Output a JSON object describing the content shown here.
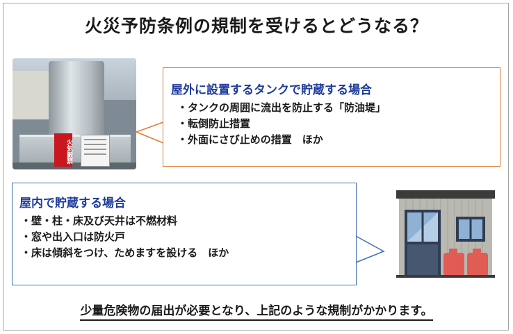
{
  "title": "火災予防条例の規制を受けるとどうなる？",
  "photo": {
    "sign_text": "火気厳禁",
    "description_icon": "outdoor-tank-photo"
  },
  "outdoor": {
    "heading": "屋外に設置するタンクで貯蔵する場合",
    "items": [
      "・タンクの周囲に流出を防止する「防油堤」",
      "・転倒防止措置",
      "・外面にさび止めの措置　ほか"
    ],
    "border_color": "#e07a2e"
  },
  "indoor": {
    "heading": "屋内で貯蔵する場合",
    "items": [
      "・壁・柱・床及び天井は不燃材料",
      "・窓や出入口は防火戸",
      "・床は傾斜をつけ、ためますを設ける　ほか"
    ],
    "border_color": "#3f6fb8"
  },
  "house_icon": "storage-building-icon",
  "footer": "少量危険物の届出が必要となり、上記のような規制がかかります。"
}
